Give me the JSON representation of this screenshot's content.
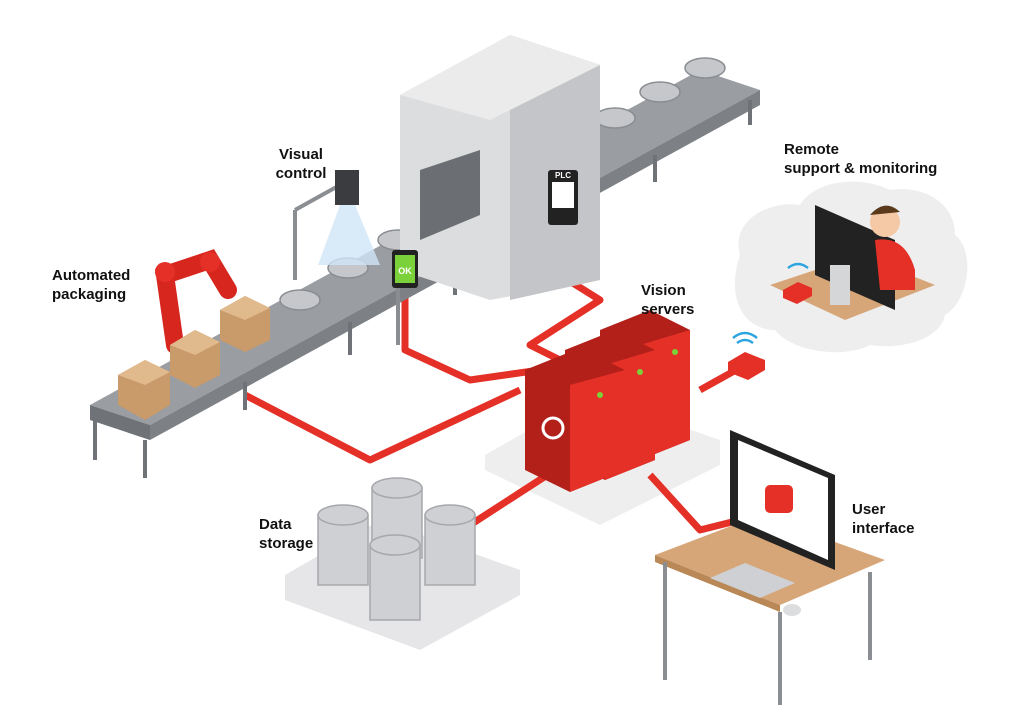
{
  "labels": {
    "visual_control": "Visual\ncontrol",
    "automated_packaging": "Automated\npackaging",
    "remote_support": "Remote\nsupport & monitoring",
    "vision_servers": "Vision\nservers",
    "data_storage": "Data\nstorage",
    "user_interface": "User\ninterface",
    "plc_tag": "PLC",
    "ok_tag": "OK"
  },
  "colors": {
    "accent_red": "#e53027",
    "dark_red": "#b3201a",
    "conveyor_gray": "#8a8d92",
    "machine_gray": "#d9dadc",
    "background_blob": "#eeeeef",
    "status_green": "#7bd13a",
    "wood": "#d6a679"
  },
  "icons": [
    "robot-arm",
    "camera",
    "plc-panel",
    "ok-indicator",
    "server-rack",
    "wifi-router",
    "database-cylinder",
    "monitor",
    "keyboard",
    "mouse",
    "operator"
  ]
}
